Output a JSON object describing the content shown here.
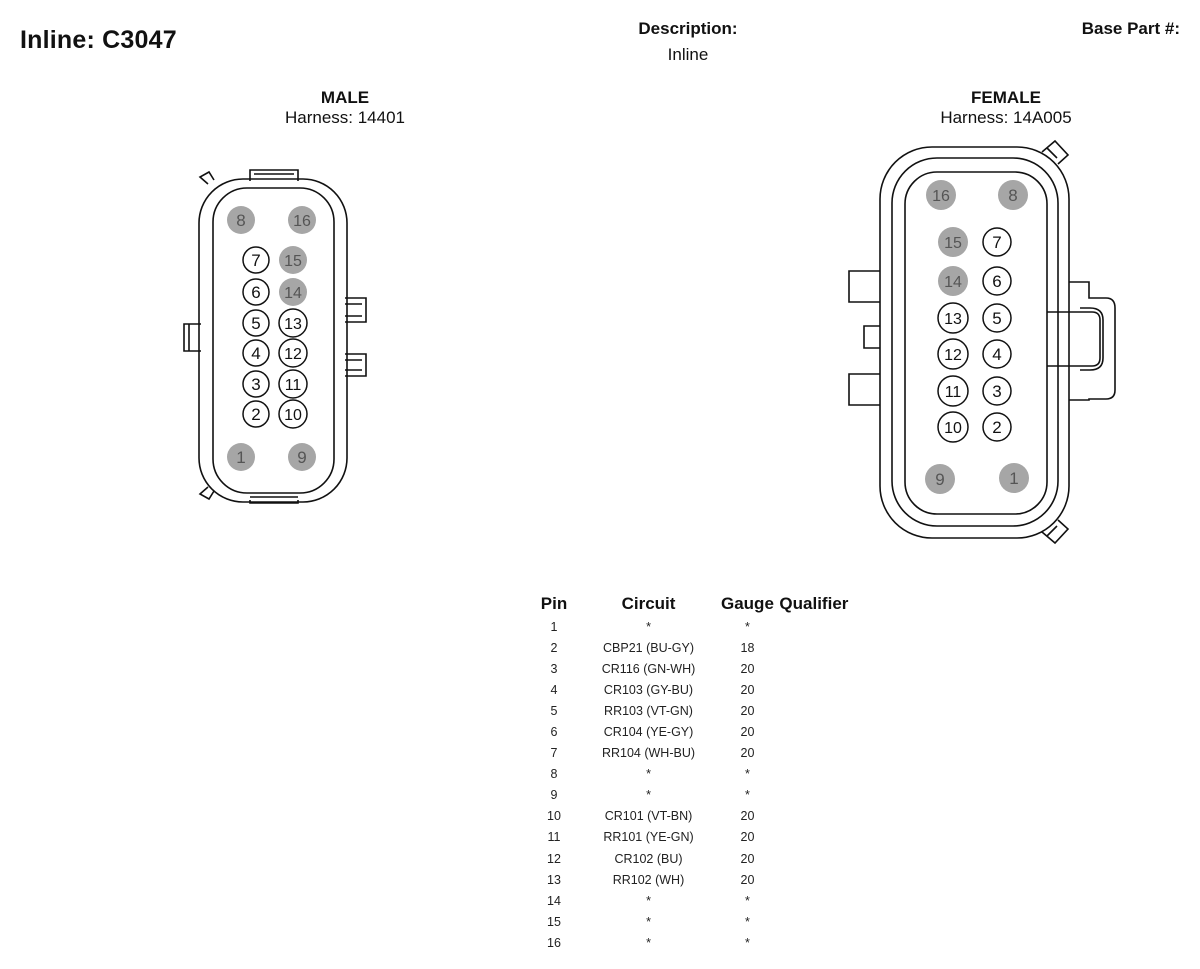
{
  "header": {
    "title": "Inline: C3047",
    "description_label": "Description:",
    "description_value": "Inline",
    "base_part_label": "Base Part #:"
  },
  "male": {
    "gender": "MALE",
    "harness": "Harness: 14401",
    "pins": [
      {
        "label": "8",
        "filled": true
      },
      {
        "label": "16",
        "filled": true
      },
      {
        "label": "7",
        "filled": false
      },
      {
        "label": "15",
        "filled": true
      },
      {
        "label": "6",
        "filled": false
      },
      {
        "label": "14",
        "filled": true
      },
      {
        "label": "5",
        "filled": false
      },
      {
        "label": "13",
        "filled": false
      },
      {
        "label": "4",
        "filled": false
      },
      {
        "label": "12",
        "filled": false
      },
      {
        "label": "3",
        "filled": false
      },
      {
        "label": "11",
        "filled": false
      },
      {
        "label": "2",
        "filled": false
      },
      {
        "label": "10",
        "filled": false
      },
      {
        "label": "1",
        "filled": true
      },
      {
        "label": "9",
        "filled": true
      }
    ]
  },
  "female": {
    "gender": "FEMALE",
    "harness": "Harness: 14A005",
    "pins": [
      {
        "label": "16",
        "filled": true
      },
      {
        "label": "8",
        "filled": true
      },
      {
        "label": "15",
        "filled": true
      },
      {
        "label": "7",
        "filled": false
      },
      {
        "label": "14",
        "filled": true
      },
      {
        "label": "6",
        "filled": false
      },
      {
        "label": "13",
        "filled": false
      },
      {
        "label": "5",
        "filled": false
      },
      {
        "label": "12",
        "filled": false
      },
      {
        "label": "4",
        "filled": false
      },
      {
        "label": "11",
        "filled": false
      },
      {
        "label": "3",
        "filled": false
      },
      {
        "label": "10",
        "filled": false
      },
      {
        "label": "2",
        "filled": false
      },
      {
        "label": "9",
        "filled": true
      },
      {
        "label": "1",
        "filled": true
      }
    ]
  },
  "table": {
    "headers": {
      "pin": "Pin",
      "circuit": "Circuit",
      "gauge": "Gauge",
      "qualifier": "Qualifier"
    },
    "rows": [
      {
        "pin": "1",
        "circuit": "*",
        "gauge": "*"
      },
      {
        "pin": "2",
        "circuit": "CBP21 (BU-GY)",
        "gauge": "18"
      },
      {
        "pin": "3",
        "circuit": "CR116 (GN-WH)",
        "gauge": "20"
      },
      {
        "pin": "4",
        "circuit": "CR103 (GY-BU)",
        "gauge": "20"
      },
      {
        "pin": "5",
        "circuit": "RR103 (VT-GN)",
        "gauge": "20"
      },
      {
        "pin": "6",
        "circuit": "CR104 (YE-GY)",
        "gauge": "20"
      },
      {
        "pin": "7",
        "circuit": "RR104 (WH-BU)",
        "gauge": "20"
      },
      {
        "pin": "8",
        "circuit": "*",
        "gauge": "*"
      },
      {
        "pin": "9",
        "circuit": "*",
        "gauge": "*"
      },
      {
        "pin": "10",
        "circuit": "CR101 (VT-BN)",
        "gauge": "20"
      },
      {
        "pin": "11",
        "circuit": "RR101 (YE-GN)",
        "gauge": "20"
      },
      {
        "pin": "12",
        "circuit": "CR102 (BU)",
        "gauge": "20"
      },
      {
        "pin": "13",
        "circuit": "RR102 (WH)",
        "gauge": "20"
      },
      {
        "pin": "14",
        "circuit": "*",
        "gauge": "*"
      },
      {
        "pin": "15",
        "circuit": "*",
        "gauge": "*"
      },
      {
        "pin": "16",
        "circuit": "*",
        "gauge": "*"
      }
    ]
  },
  "colors": {
    "filled_pin": "#a6a6a6",
    "line": "#111111"
  }
}
